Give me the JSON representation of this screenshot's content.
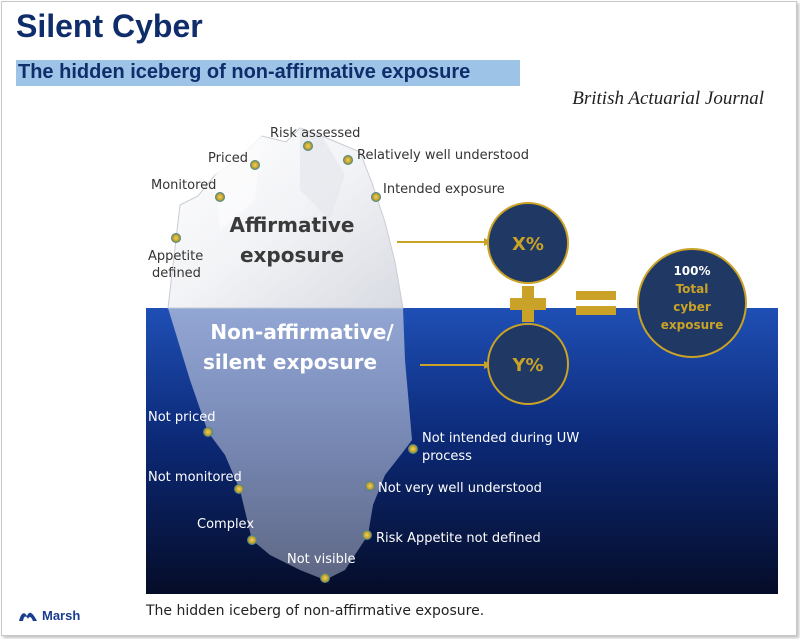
{
  "header": {
    "title": "Silent Cyber",
    "subtitle": "The hidden iceberg of non-affirmative exposure",
    "journal": "British Actuarial Journal"
  },
  "iceberg": {
    "above_label_line1": "Affirmative",
    "above_label_line2": "exposure",
    "below_label_line1": "Non-affirmative/",
    "below_label_line2": "silent exposure",
    "above_points": [
      "Risk assessed",
      "Priced",
      "Relatively well understood",
      "Monitored",
      "Intended exposure",
      "Appetite",
      "defined"
    ],
    "below_points": [
      "Not priced",
      "Not intended during UW",
      "process",
      "Not monitored",
      "Not very well understood",
      "Complex",
      "Risk Appetite not defined",
      "Not visible"
    ]
  },
  "equation": {
    "x_label": "X%",
    "y_label": "Y%",
    "total_line1": "100%",
    "total_line2": "Total",
    "total_line3": "cyber",
    "total_line4": "exposure"
  },
  "colors": {
    "navy": "#0f2d6b",
    "circle_fill": "#1f3864",
    "gold": "#c9a227",
    "ocean_top": "#1f4fb5",
    "ocean_bottom": "#050c28"
  },
  "footer": {
    "logo": "Marsh",
    "caption": "The hidden iceberg of non-affirmative exposure."
  }
}
